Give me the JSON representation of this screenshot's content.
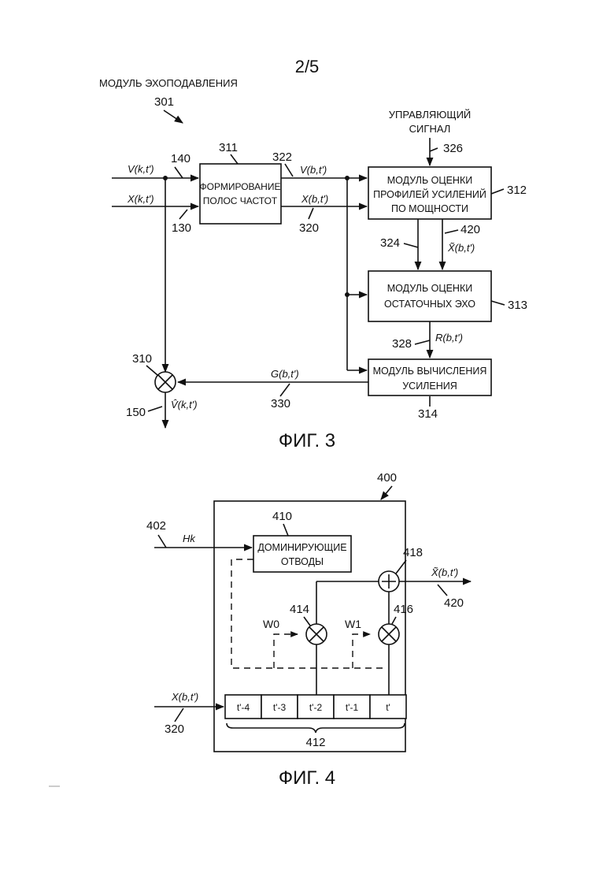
{
  "page": {
    "number": "2/5"
  },
  "fig3": {
    "module_title": "МОДУЛЬ ЭХОПОДАВЛЕНИЯ",
    "module_ref": "301",
    "control_signal_l1": "УПРАВЛЯЮЩИЙ",
    "control_signal_l2": "СИГНАЛ",
    "ref_326": "326",
    "in_v": "V(k,t')",
    "in_x": "X(k,t')",
    "ref_140": "140",
    "ref_130": "130",
    "block311": {
      "ref": "311",
      "l1": "ФОРМИРОВАНИЕ",
      "l2": "ПОЛОС ЧАСТОТ"
    },
    "ref_322": "322",
    "sig_vb": "V(b,t')",
    "sig_xb": "X(b,t')",
    "ref_320": "320",
    "block312": {
      "ref": "312",
      "l1": "МОДУЛЬ ОЦЕНКИ",
      "l2": "ПРОФИЛЕЙ УСИЛЕНИЙ",
      "l3": "ПО МОЩНОСТИ"
    },
    "ref_324": "324",
    "ref_420": "420",
    "sig_xtilde": "X̃(b,t')",
    "block313": {
      "ref": "313",
      "l1": "МОДУЛЬ ОЦЕНКИ",
      "l2": "ОСТАТОЧНЫХ ЭХО"
    },
    "ref_328": "328",
    "sig_r": "R(b,t')",
    "block314": {
      "ref": "314",
      "l1": "МОДУЛЬ ВЫЧИСЛЕНИЯ",
      "l2": "УСИЛЕНИЯ"
    },
    "sig_g": "G(b,t')",
    "ref_330": "330",
    "ref_310": "310",
    "ref_150": "150",
    "out_v": "V̂(k,t')",
    "caption": "ФИГ. 3"
  },
  "fig4": {
    "ref_400": "400",
    "ref_410": "410",
    "ref_402": "402",
    "sig_hk": "Hk",
    "block410": {
      "l1": "ДОМИНИРУЮЩИЕ",
      "l2": "ОТВОДЫ"
    },
    "ref_418": "418",
    "sig_out": "X̃(b,t')",
    "ref_420": "420",
    "ref_414": "414",
    "ref_416": "416",
    "w0": "W0",
    "w1": "W1",
    "sig_in": "X(b,t')",
    "ref_320": "320",
    "taps": [
      "t'-4",
      "t'-3",
      "t'-2",
      "t'-1",
      "t'"
    ],
    "ref_412": "412",
    "caption": "ФИГ. 4"
  }
}
